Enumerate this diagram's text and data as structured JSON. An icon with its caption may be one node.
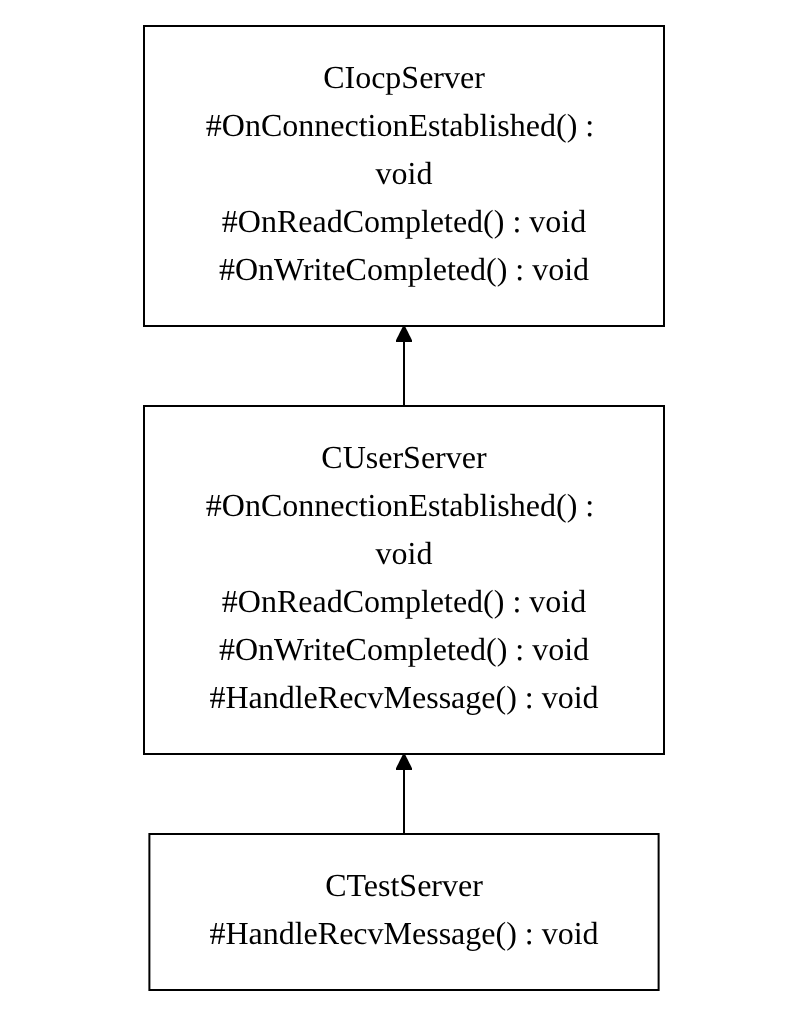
{
  "diagram": {
    "nodes": [
      {
        "text": [
          "CIocpServer",
          "#OnConnectionEstablished() : void",
          "#OnReadCompleted() : void",
          "#OnWriteCompleted() : void"
        ]
      },
      {
        "text": [
          "CUserServer",
          "#OnConnectionEstablished() : void",
          "#OnReadCompleted() : void",
          "#OnWriteCompleted() : void",
          "#HandleRecvMessage() : void"
        ]
      },
      {
        "text": [
          "CTestServer",
          "#HandleRecvMessage() : void"
        ]
      }
    ],
    "edges": [
      {
        "from": 1,
        "to": 0,
        "arrow": "to"
      },
      {
        "from": 2,
        "to": 1,
        "arrow": "to"
      }
    ]
  }
}
